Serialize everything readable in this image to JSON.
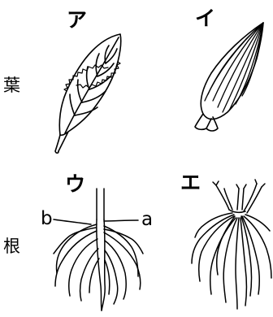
{
  "row_labels": {
    "leaf": "葉",
    "root": "根"
  },
  "panels": {
    "a": {
      "label": "ア",
      "icon": "net-veined-leaf-icon"
    },
    "i": {
      "label": "イ",
      "icon": "parallel-veined-leaf-icon"
    },
    "u": {
      "label": "ウ",
      "icon": "taproot-icon"
    },
    "e": {
      "label": "エ",
      "icon": "fibrous-root-icon"
    }
  },
  "pointers": {
    "a": "a",
    "b": "b"
  }
}
